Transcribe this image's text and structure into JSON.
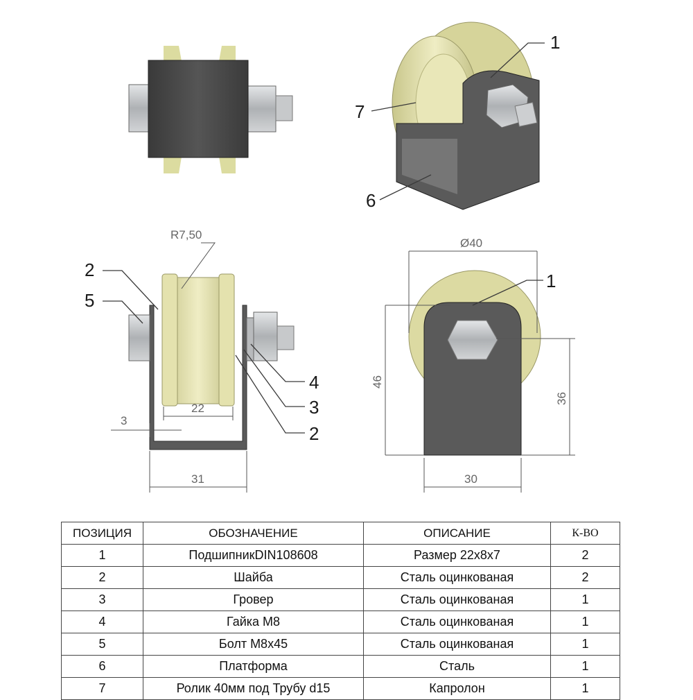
{
  "callouts": {
    "iso_1": "1",
    "iso_7": "7",
    "iso_6": "6",
    "front_2_top": "2",
    "front_5": "5",
    "front_4": "4",
    "front_3": "3",
    "front_2_bottom": "2",
    "side_1": "1"
  },
  "dimensions": {
    "groove_radius": "R7,50",
    "roller_width": "22",
    "plate_thickness": "3",
    "bracket_width": "31",
    "wheel_diameter": "Ø40",
    "overall_height": "46",
    "axle_height": "36",
    "plate_width": "30"
  },
  "colors": {
    "roller": "#e0dea6",
    "roller_shade": "#c8c68a",
    "steel": "#4a4a4a",
    "bolt": "#c9cbcd",
    "line": "#3a3a3a"
  },
  "table": {
    "headers": [
      "ПОЗИЦИЯ",
      "ОБОЗНАЧЕНИЕ",
      "ОПИСАНИЕ",
      "К-ВО"
    ],
    "rows": [
      [
        "1",
        "ПодшипникDIN108608",
        "Размер 22х8х7",
        "2"
      ],
      [
        "2",
        "Шайба",
        "Сталь оцинкованая",
        "2"
      ],
      [
        "3",
        "Гровер",
        "Сталь оцинкованая",
        "1"
      ],
      [
        "4",
        "Гайка М8",
        "Сталь оцинкованая",
        "1"
      ],
      [
        "5",
        "Болт М8х45",
        "Сталь оцинкованая",
        "1"
      ],
      [
        "6",
        "Платформа",
        "Сталь",
        "1"
      ],
      [
        "7",
        "Ролик 40мм под Трубу d15",
        "Капролон",
        "1"
      ]
    ]
  }
}
